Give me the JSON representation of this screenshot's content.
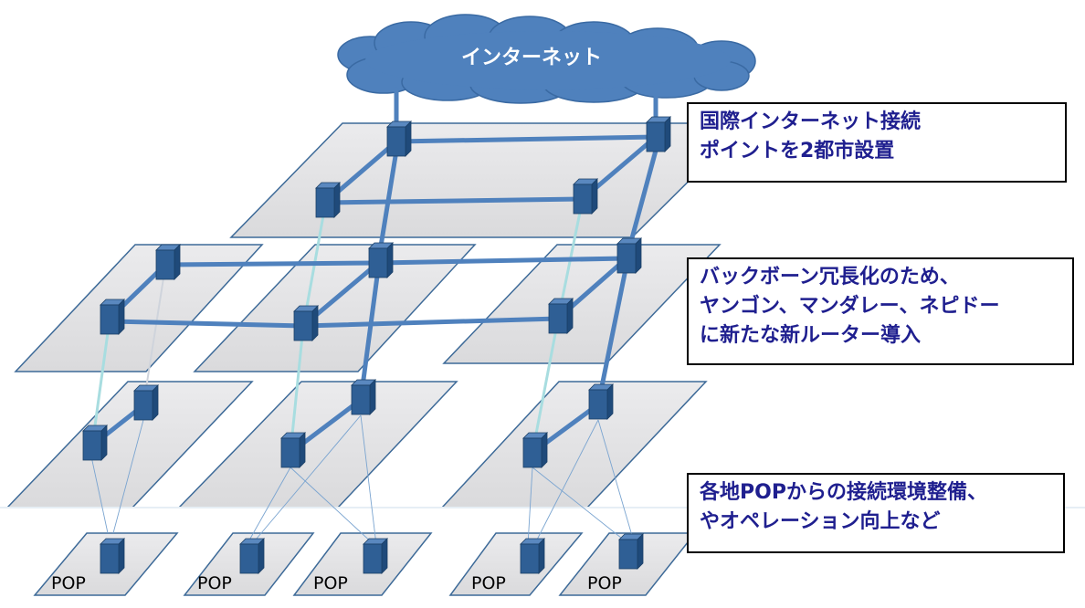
{
  "cloud": {
    "label": "インターネット"
  },
  "callouts": [
    {
      "lines": [
        "国際インターネット接続",
        "ポイントを2都市設置"
      ]
    },
    {
      "lines": [
        "バックボーン冗長化のため、",
        "ヤンゴン、マンダレー、ネピドー",
        "に新たな新ルーター導入"
      ]
    },
    {
      "lines": [
        "各地POPからの接続環境整備、",
        "やオペレーション向上など"
      ]
    }
  ],
  "pop_label": "POP",
  "colors": {
    "plane_fill": "#e2e2e4",
    "plane_stroke": "#3d6a98",
    "cloud_fill": "#4f81bd",
    "router_fill": "#2f5f95",
    "link_primary": "#4f81bd",
    "link_secondary": "#a8dde0",
    "link_thin": "#7aa4d0",
    "callout_text": "#1f1f8f"
  }
}
